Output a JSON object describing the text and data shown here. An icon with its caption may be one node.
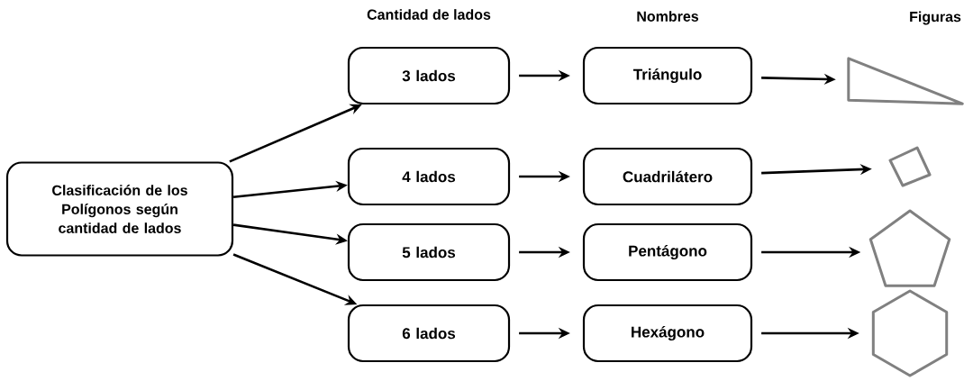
{
  "diagram": {
    "nodes": [
      {
        "text": [
          "Clasificación de los Polígonos según cantidad de lados"
        ]
      },
      {
        "text": [
          "3 lados"
        ]
      },
      {
        "text": [
          "4 lados"
        ]
      },
      {
        "text": [
          "5 lados"
        ]
      },
      {
        "text": [
          "6 lados"
        ]
      },
      {
        "text": [
          "Triángulo"
        ]
      },
      {
        "text": [
          "Cuadrilátero"
        ]
      },
      {
        "text": [
          "Pentágono"
        ]
      },
      {
        "text": [
          "Hexágono"
        ]
      },
      {
        "text": [],
        "shape": "triangle"
      },
      {
        "text": [],
        "shape": "square"
      },
      {
        "text": [],
        "shape": "pentagon"
      },
      {
        "text": [],
        "shape": "hexagon"
      }
    ],
    "edges": [
      {
        "from": 0,
        "to": 1,
        "arrow": "to"
      },
      {
        "from": 0,
        "to": 2,
        "arrow": "to"
      },
      {
        "from": 0,
        "to": 3,
        "arrow": "to"
      },
      {
        "from": 0,
        "to": 4,
        "arrow": "to"
      },
      {
        "from": 1,
        "to": 5,
        "arrow": "to"
      },
      {
        "from": 2,
        "to": 6,
        "arrow": "to"
      },
      {
        "from": 3,
        "to": 7,
        "arrow": "to"
      },
      {
        "from": 4,
        "to": 8,
        "arrow": "to"
      },
      {
        "from": 5,
        "to": 9,
        "arrow": "to"
      },
      {
        "from": 6,
        "to": 10,
        "arrow": "to"
      },
      {
        "from": 7,
        "to": 11,
        "arrow": "to"
      },
      {
        "from": 8,
        "to": 12,
        "arrow": "to"
      }
    ],
    "labels": [
      "Cantidad  de lados",
      "Nombres",
      "Figuras"
    ]
  }
}
